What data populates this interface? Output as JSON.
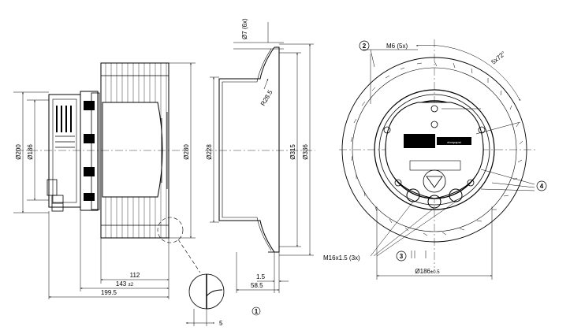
{
  "side_view": {
    "dims": {
      "d200": "Ø200",
      "d186": "Ø186",
      "d280": "Ø280",
      "l112": "112",
      "l143": "143",
      "l143_tol": "±2",
      "l199": "199.5"
    }
  },
  "inlet_ring": {
    "dims": {
      "d7": "Ø7 (6x)",
      "r28": "R28.5",
      "d228": "Ø228",
      "d315": "Ø315",
      "d336": "Ø336",
      "t1_5": "1.5",
      "l58": "58.5"
    }
  },
  "detail": {
    "dim5": "5"
  },
  "front_view": {
    "m6": "M6 (5x)",
    "angle": "5x72°",
    "m16": "M16x1.5 (3x)",
    "d186": "Ø186",
    "d186_tol": "±0.5",
    "brand": "ebmpapst"
  },
  "callouts": {
    "c1": "1",
    "c2": "2",
    "c3": "3",
    "c4": "4"
  }
}
